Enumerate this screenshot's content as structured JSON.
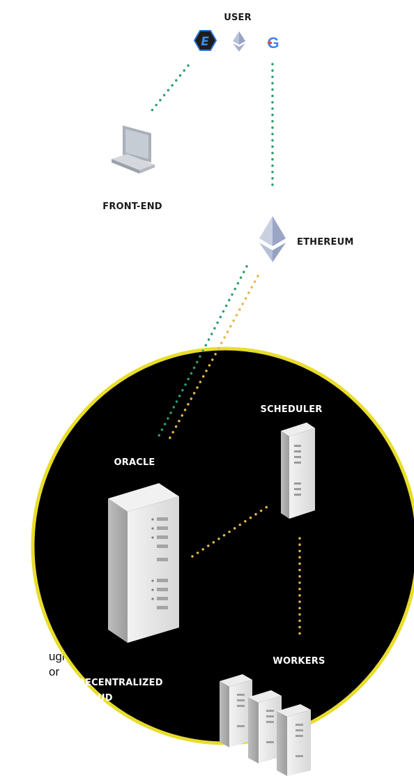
{
  "labels": {
    "user": "USER",
    "front_end": "FRONT-END",
    "ethereum": "ETHEREUM",
    "scheduler": "SCHEDULER",
    "oracle": "ORACLE",
    "workers": "WORKERS",
    "decentralized_line1": "DECENTRALIZED",
    "decentralized_line2": "CLOUD",
    "cut_text_line1": "ugh",
    "cut_text_line2": "or",
    "google_glyph": "G"
  },
  "colors": {
    "background": "#ffffff",
    "cloud_fill": "#000000",
    "cloud_ring": "#e8dd2a",
    "dots_green": "#2e9e6e",
    "dots_yellow": "#e0b84a",
    "label_dark": "#1a1a1a",
    "label_light": "#ffffff"
  },
  "icons": {
    "user_badge": "e-hexagon-icon",
    "ethereum_small": "ethereum-icon",
    "google": "google-icon",
    "front_end": "laptop-icon",
    "ethereum_node": "ethereum-icon",
    "scheduler": "server-rack-icon",
    "oracle": "server-rack-icon",
    "workers": "server-cluster-icon"
  }
}
